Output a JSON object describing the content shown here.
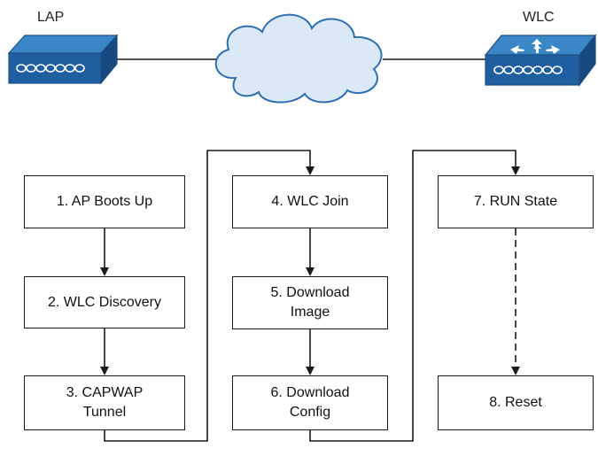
{
  "devices": {
    "lap_label": "LAP",
    "wlc_label": "WLC"
  },
  "steps": [
    {
      "label": "1. AP Boots Up"
    },
    {
      "label": "2. WLC Discovery"
    },
    {
      "label": "3. CAPWAP Tunnel"
    },
    {
      "label": "4. WLC Join"
    },
    {
      "label": "5. Download Image"
    },
    {
      "label": "6. Download Config"
    },
    {
      "label": "7. RUN State"
    },
    {
      "label": "8. Reset"
    }
  ],
  "colors": {
    "device_blue": "#1f5fa0",
    "device_light": "#3a86c6",
    "cloud_fill": "#dbe9f6",
    "cloud_stroke": "#2f6fae",
    "line": "#1a1a1a"
  },
  "icons": {
    "lap": "access-point-icon",
    "wlc": "wireless-controller-icon",
    "network": "cloud-icon"
  }
}
